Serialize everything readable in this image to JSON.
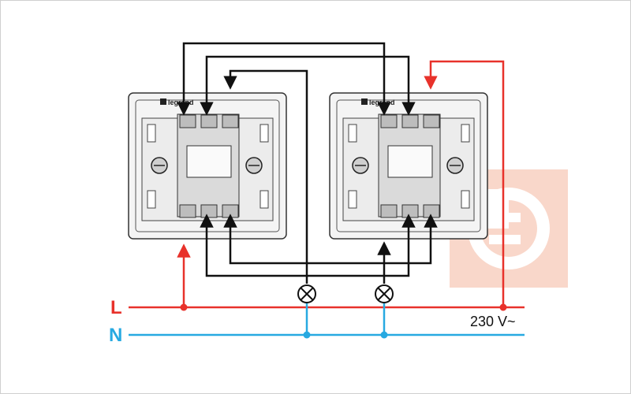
{
  "brand": "legrand",
  "line_label": "L",
  "neutral_label": "N",
  "voltage": "230 V~",
  "colors": {
    "line": "#e8322b",
    "neutral": "#27a9e1",
    "wire": "#111111",
    "watermark": "#f5b79f"
  },
  "icons": [
    "lamp-icon",
    "legrand-logo-icon",
    "watermark-logo-icon"
  ]
}
